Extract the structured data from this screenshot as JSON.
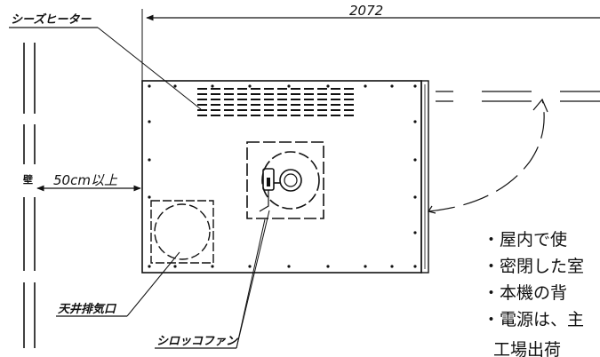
{
  "labels": {
    "sheathed_heater": "シーズヒーター",
    "dimension_width": "2072",
    "wall": "壁",
    "clearance": "50cm以上",
    "ceiling_exhaust": "天井排気口",
    "sirocco_fan": "シロッコファン"
  },
  "notes": [
    "・屋内で使",
    "・密閉した室",
    "・本機の背",
    "・電源は、主",
    "工場出荷"
  ]
}
